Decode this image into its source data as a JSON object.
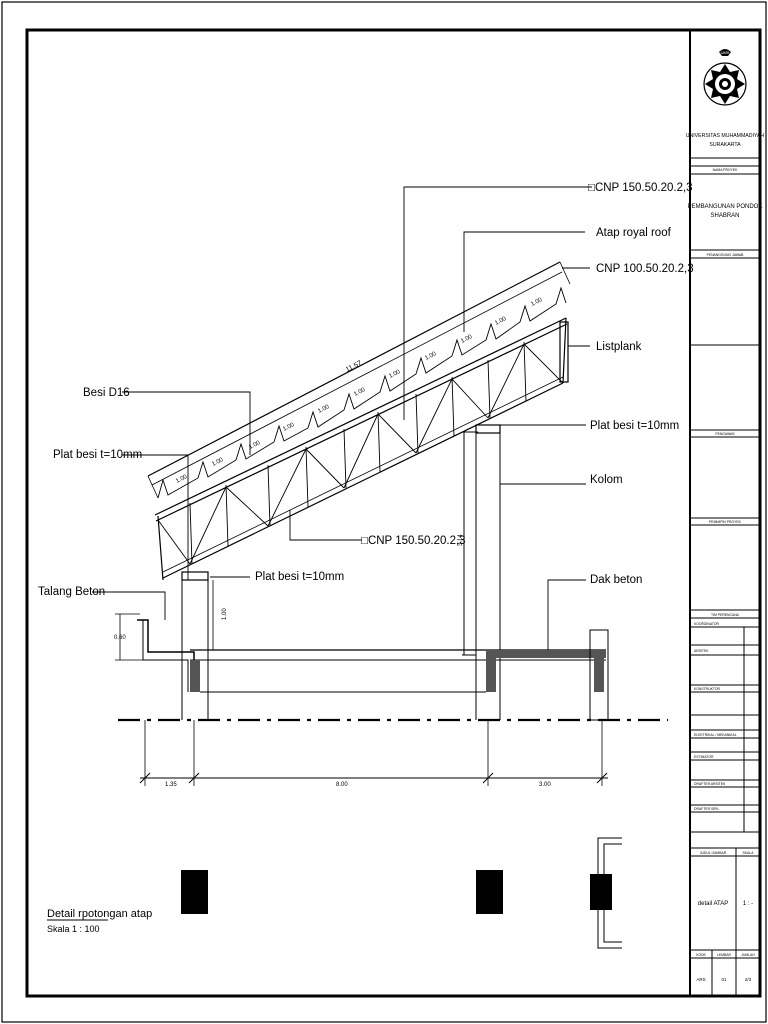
{
  "labels": {
    "cnp_top": "□CNP 150.50.20.2,3",
    "atap": "Atap royal roof",
    "cnp_100": "CNP 100.50.20.2,3",
    "listplank": "Listplank",
    "besi_d16": "Besi D16",
    "plat_right": "Plat besi t=10mm",
    "plat_left": "Plat besi t=10mm",
    "kolom": "Kolom",
    "cnp_bottom": "□CNP 150.50.20.2,3",
    "talang": "Talang Beton",
    "plat_mid": "Plat besi t=10mm",
    "dak": "Dak beton"
  },
  "dimensions": {
    "slope_total": "11.57",
    "slope_segment": "1.00",
    "column_height": "3.14",
    "plate_height": "1.00",
    "gutter_height": "0.60",
    "span_left": "1.35",
    "span_mid": "8.00",
    "span_right": "3.00"
  },
  "caption": {
    "title": "Detail rpotongan atap",
    "scale": "Skala 1 : 100"
  },
  "title_block": {
    "university_line1": "UNIVERSITAS MUHAMMADIYAH",
    "university_line2": "SURAKARTA",
    "project_name_label": "NAMA PROYEK",
    "project_name_line1": "PEMBANGUNAN PONDOK",
    "project_name_line2": "SHABRAN",
    "responsible_label": "PENANGGUNG JAWAB",
    "pengawas_label": "PENGAWAS",
    "pemimpin_label": "PEMIMPIN PROYEK",
    "team_label": "TIM PERENCANA",
    "koordinator": "KOORDINATOR",
    "arsitek": "ARSITEK",
    "konstruktor": "KONSTRUKTOR",
    "elektrikal": "ELEKTRIKAL / MEKANIKAL",
    "estimator": "ESTIMATOR",
    "drafter_arsitek": "DRAFTER ARSITEK",
    "drafter_sipil": "DRAFTER SIPIL",
    "judul_label": "JUDUL GAMBAR",
    "skala_label": "SKALA",
    "drawing_title": "detail ATAP",
    "drawing_scale": "1 : -",
    "kode_label": "KODE",
    "lembar_label": "LEMBAR",
    "jumlah_label": "JUMLAH",
    "kode_value": "ARS",
    "lembar_value": "01",
    "jumlah_value": "2/3"
  }
}
